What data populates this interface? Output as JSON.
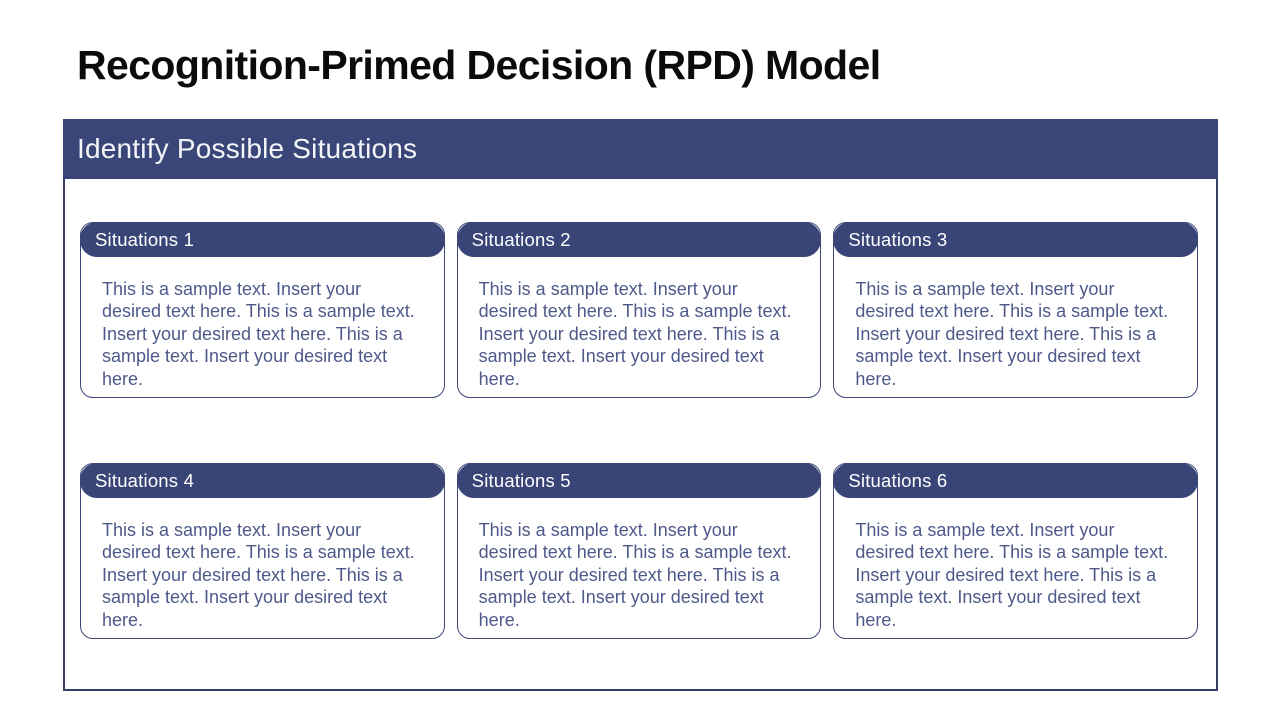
{
  "slide": {
    "title": "Recognition-Primed Decision (RPD) Model",
    "section": {
      "header": "Identify Possible Situations"
    },
    "cards": [
      {
        "label": "Situations 1",
        "body": "This is a sample text. Insert your desired text here. This is a sample text. Insert your desired text here. This is a sample text. Insert your desired text here."
      },
      {
        "label": "Situations 2",
        "body": "This is a sample text. Insert your desired text here. This is a sample text. Insert your desired text here. This is a sample text. Insert your desired text here."
      },
      {
        "label": "Situations 3",
        "body": "This is a sample text. Insert your desired text here. This is a sample text. Insert your desired text here. This is a sample text. Insert your desired text here."
      },
      {
        "label": "Situations 4",
        "body": "This is a sample text. Insert your desired text here. This is a sample text. Insert your desired text here. This is a sample text. Insert your desired text here."
      },
      {
        "label": "Situations 5",
        "body": "This is a sample text. Insert your desired text here. This is a sample text. Insert your desired text here. This is a sample text. Insert your desired text here."
      },
      {
        "label": "Situations 6",
        "body": "This is a sample text. Insert your desired text here. This is a sample text. Insert your desired text here. This is a sample text. Insert your desired text here."
      }
    ],
    "colors": {
      "accent_navy": "#3b4678",
      "panel_border": "#343e66",
      "card_border": "#3d4878",
      "body_text": "#4e598a",
      "header_text": "#ffffff",
      "title_text": "#0b0b0b",
      "background": "#ffffff"
    }
  }
}
